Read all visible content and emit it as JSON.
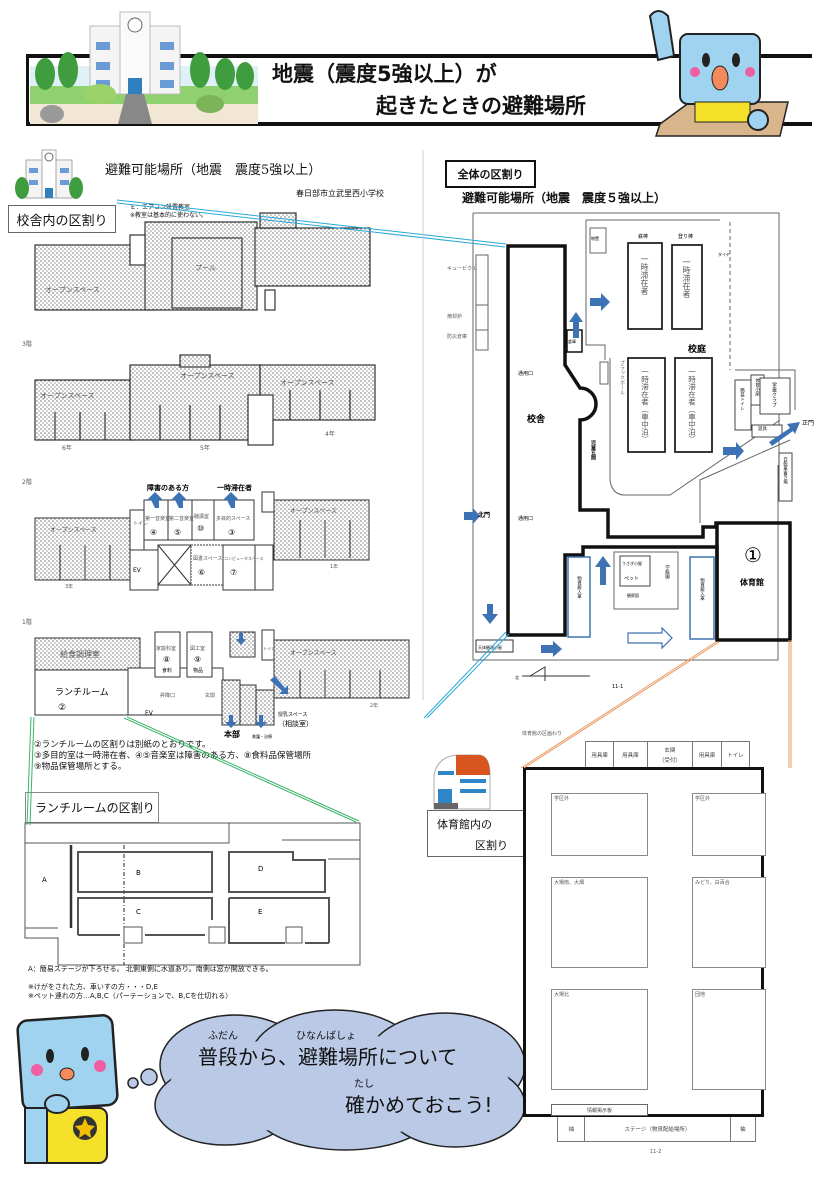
{
  "banner": {
    "title_line1": "地震（震度5強以上）が",
    "title_line2": "起きたときの避難場所"
  },
  "school": {
    "title": "避難可能場所（地震　震度5強以上）",
    "school_name": "春日部市立武里西小学校",
    "section_label": "校舎内の区割り",
    "legend_e": "Ｅ：エアコン設置教室",
    "legend_note": "※教室は基本的に使わない。",
    "f4": {
      "pool": "プール",
      "space": "オープンスペース"
    },
    "f3": {
      "floor": "3階",
      "space1": "オープンスペース",
      "space2": "オープンスペース",
      "space3": "オープンスペース",
      "g6": "6年",
      "g5": "5年",
      "g4": "4年"
    },
    "f2": {
      "floor": "2階",
      "marker_disabled": "障害のある方",
      "marker_temp": "一時滞在者",
      "toilet": "トイレ",
      "music1": "第一音楽室",
      "music1_no": "④",
      "music2": "第二音楽室",
      "music2_no": "⑤",
      "room10": "聴講室",
      "room10_no": "⑩",
      "multi": "多目的スペース",
      "multi_no": "③",
      "library": "図書スペース",
      "library_no": "⑥",
      "computer": "コンピュータスペース",
      "computer_no": "⑦",
      "ev": "EV",
      "open_left": "オープンスペース",
      "open_right": "オープンスペース",
      "g3": "3年",
      "g1": "1年"
    },
    "f1": {
      "floor": "1階",
      "kitchen": "給食調理室",
      "lunch": "ランチルーム",
      "lunch_no": "②",
      "home_ec": "家庭科室",
      "home_ec_no": "⑧",
      "food": "食料",
      "art": "図工室",
      "art_no": "⑨",
      "goods": "物品",
      "entrance": "昇降口",
      "front": "玄関",
      "toilet": "トイレ",
      "open": "オープンスペース",
      "ev": "EV",
      "hq": "本部",
      "nursing": "授乳スペース",
      "consult": "（相談室）",
      "first_aid": "救護・治療",
      "g2": "2年"
    },
    "notes": [
      "②ランチルームの区割りは別紙のとおりです。",
      "③多目的室は一時滞在者、④⑤音楽室は障害のある方、⑧食料品保管場所",
      "⑨物品保管場所とする。"
    ]
  },
  "lunch": {
    "label": "ランチルームの区割り",
    "areas": {
      "a": "A",
      "b": "B",
      "c": "C",
      "d": "D",
      "e": "E"
    },
    "notes": [
      "A：簡易ステージが下ろせる。 北側東側に水道あり。南側は窓が開放できる。",
      "※けがをされた方、車いすの方・・・D,E",
      "※ペット連れの方…A,B,C（パーテーションで、B,Cを仕切れる）"
    ]
  },
  "overall": {
    "label": "全体の区割り",
    "title": "避難可能場所（地震　震度５強以上）",
    "cubicle": "キュービクル",
    "incinerator": "焼却炉",
    "storage": "防災倉庫",
    "side_door1": "通用口",
    "side_door2": "通用口",
    "school_bldg": "校舎",
    "shed": "物置",
    "warehouse": "倉庫",
    "bar": "鉄棒",
    "climb": "登り棒",
    "tire": "タイヤ",
    "temp1": "一時滞在者",
    "temp2": "一時滞在者",
    "temp3": "一時滞在者（車中泊）",
    "temp4": "一時滞在者（車中泊）",
    "yard": "校庭",
    "kids_entrance": "児童玄関",
    "blackboard": "ブラックボール",
    "simple_toilet": "簡易トイレ",
    "gym_shed": "体育小屋",
    "club": "学童クラブ",
    "playground": "遊具",
    "main_gate": "正門",
    "north_gate": "北門",
    "bike": "自転車置き場",
    "rabbit": "うさぎ小屋",
    "pet": "ペット",
    "class_garden": "学級園",
    "observe_garden": "観察園",
    "supply1": "物資搬入車",
    "supply2": "物資搬入車",
    "gym_no": "①",
    "gym": "体育館",
    "hut": "天体観測小屋",
    "north": "北",
    "page": "11-1"
  },
  "gym": {
    "label_line1": "体育館内の",
    "label_line2": "区割り",
    "caption": "体育館の区画わり",
    "top_rooms": [
      "用具庫",
      "用具庫",
      "玄関",
      "用具庫",
      "トイレ"
    ],
    "reception": "（受付）",
    "zones": [
      "学区外",
      "学区外",
      "大場南、大畑",
      "みどり、白百合",
      "大場北",
      "団地"
    ],
    "board": "情報掲示板",
    "wing_left": "袖",
    "stage": "ステージ（物資配給場所）",
    "wing_right": "袖",
    "page": "11-2"
  },
  "speech": {
    "ruby1": "ふだん",
    "ruby2": "ひなんばしょ",
    "ruby3": "たし",
    "line1": "普段から、避難場所について",
    "line2": "確かめておこう!"
  },
  "colors": {
    "arrow": "#3d72b4",
    "cloud": "#b9c9e6",
    "mascot": "#9fd3ef",
    "link_blue": "#29a9d8",
    "link_green": "#3cb36a",
    "link_orange": "#e89a62"
  }
}
